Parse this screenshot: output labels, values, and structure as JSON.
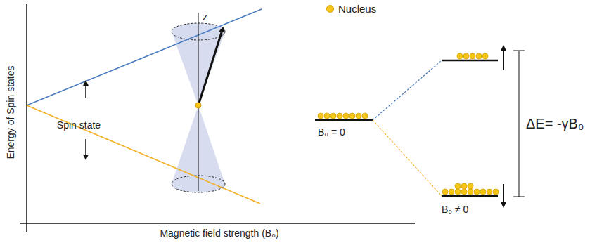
{
  "diagram": {
    "labels": [
      "z",
      "Spin state",
      "Energy of Spin states",
      "Magnetic field strength (B₀)",
      "B₀ = 0",
      "B₀ ≠ 0",
      "ΔE= -γB₀"
    ],
    "legend": [
      {
        "text": "Nucleus",
        "color": "#f5c518"
      }
    ]
  }
}
